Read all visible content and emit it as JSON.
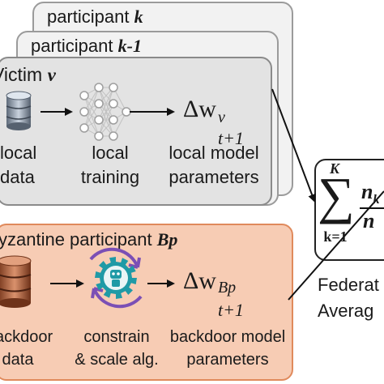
{
  "participants": {
    "card_k": "participant",
    "card_k_var": "k",
    "card_k1": "participant",
    "card_k1_var": "k-1",
    "victim_label": "Victim",
    "victim_var": "v"
  },
  "victim_row": {
    "local_data": [
      "local",
      "data"
    ],
    "local_training": [
      "local",
      "training"
    ],
    "update": {
      "base": "Δw",
      "sup": "v",
      "sub": "t+1"
    },
    "local_params": [
      "local model",
      "parameters"
    ]
  },
  "byzantine": {
    "title": "yzantine participant",
    "title_var": "Bp",
    "data": [
      "ackdoor",
      "data"
    ],
    "alg": [
      "constrain",
      "& scale alg."
    ],
    "update": {
      "base": "Δw",
      "sup": "Bp",
      "sub": "t+1"
    },
    "params": [
      "backdoor model",
      "parameters"
    ]
  },
  "aggregation": {
    "sum_top": "K",
    "sum_bottom": "k=1",
    "numerator": "n",
    "numerator_sub": "k",
    "denominator": "n",
    "caption": [
      "Federat",
      "Averag"
    ]
  },
  "colors": {
    "byz_fill": "#f7ccb4",
    "byz_border": "#e08a5c",
    "gear_teal": "#1f9aa6",
    "cycle_purple": "#7b4fb5",
    "db_brown": "#b0623e"
  }
}
